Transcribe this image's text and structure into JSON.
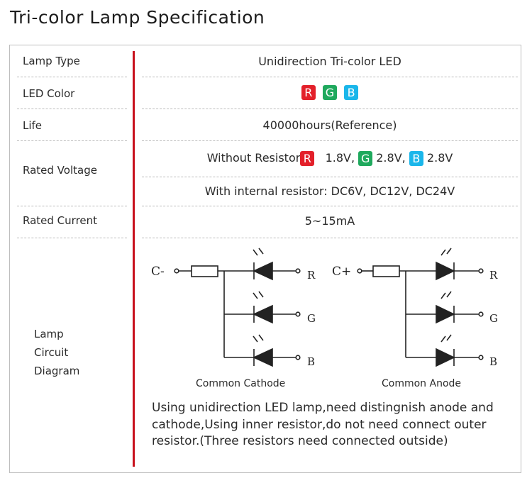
{
  "title": "Tri-color Lamp Specification",
  "colors": {
    "red": "#e3202a",
    "green": "#1fa95d",
    "blue": "#1ab6ea",
    "divider": "#c8101c"
  },
  "rows": {
    "lamp_type": {
      "label": "Lamp Type",
      "value": "Unidirection Tri-color LED"
    },
    "led_color": {
      "label": "LED Color",
      "chips": [
        "R",
        "G",
        "B"
      ]
    },
    "life": {
      "label": "Life",
      "value": "40000hours(Reference)"
    },
    "rated_voltage": {
      "label": "Rated Voltage",
      "without_prefix": "Without Resistor",
      "without": [
        {
          "chip": "R",
          "value": "1.8V,"
        },
        {
          "chip": "G",
          "value": "2.8V,"
        },
        {
          "chip": "B",
          "value": "2.8V"
        }
      ],
      "with_internal": "With internal resistor: DC6V, DC12V, DC24V"
    },
    "rated_current": {
      "label": "Rated Current",
      "value": "5~15mA"
    },
    "circuit": {
      "label_lines": [
        "Lamp",
        "Circuit",
        "Diagram"
      ],
      "cathode": {
        "terminal": "C-",
        "outputs": [
          "R",
          "G",
          "B"
        ],
        "caption": "Common Cathode"
      },
      "anode": {
        "terminal": "C+",
        "outputs": [
          "R",
          "G",
          "B"
        ],
        "caption": "Common Anode"
      },
      "note": "Using unidirection LED lamp,need distingnish anode and cathode,Using inner resistor,do not need connect outer resistor.(Three resistors need connected outside)"
    }
  }
}
